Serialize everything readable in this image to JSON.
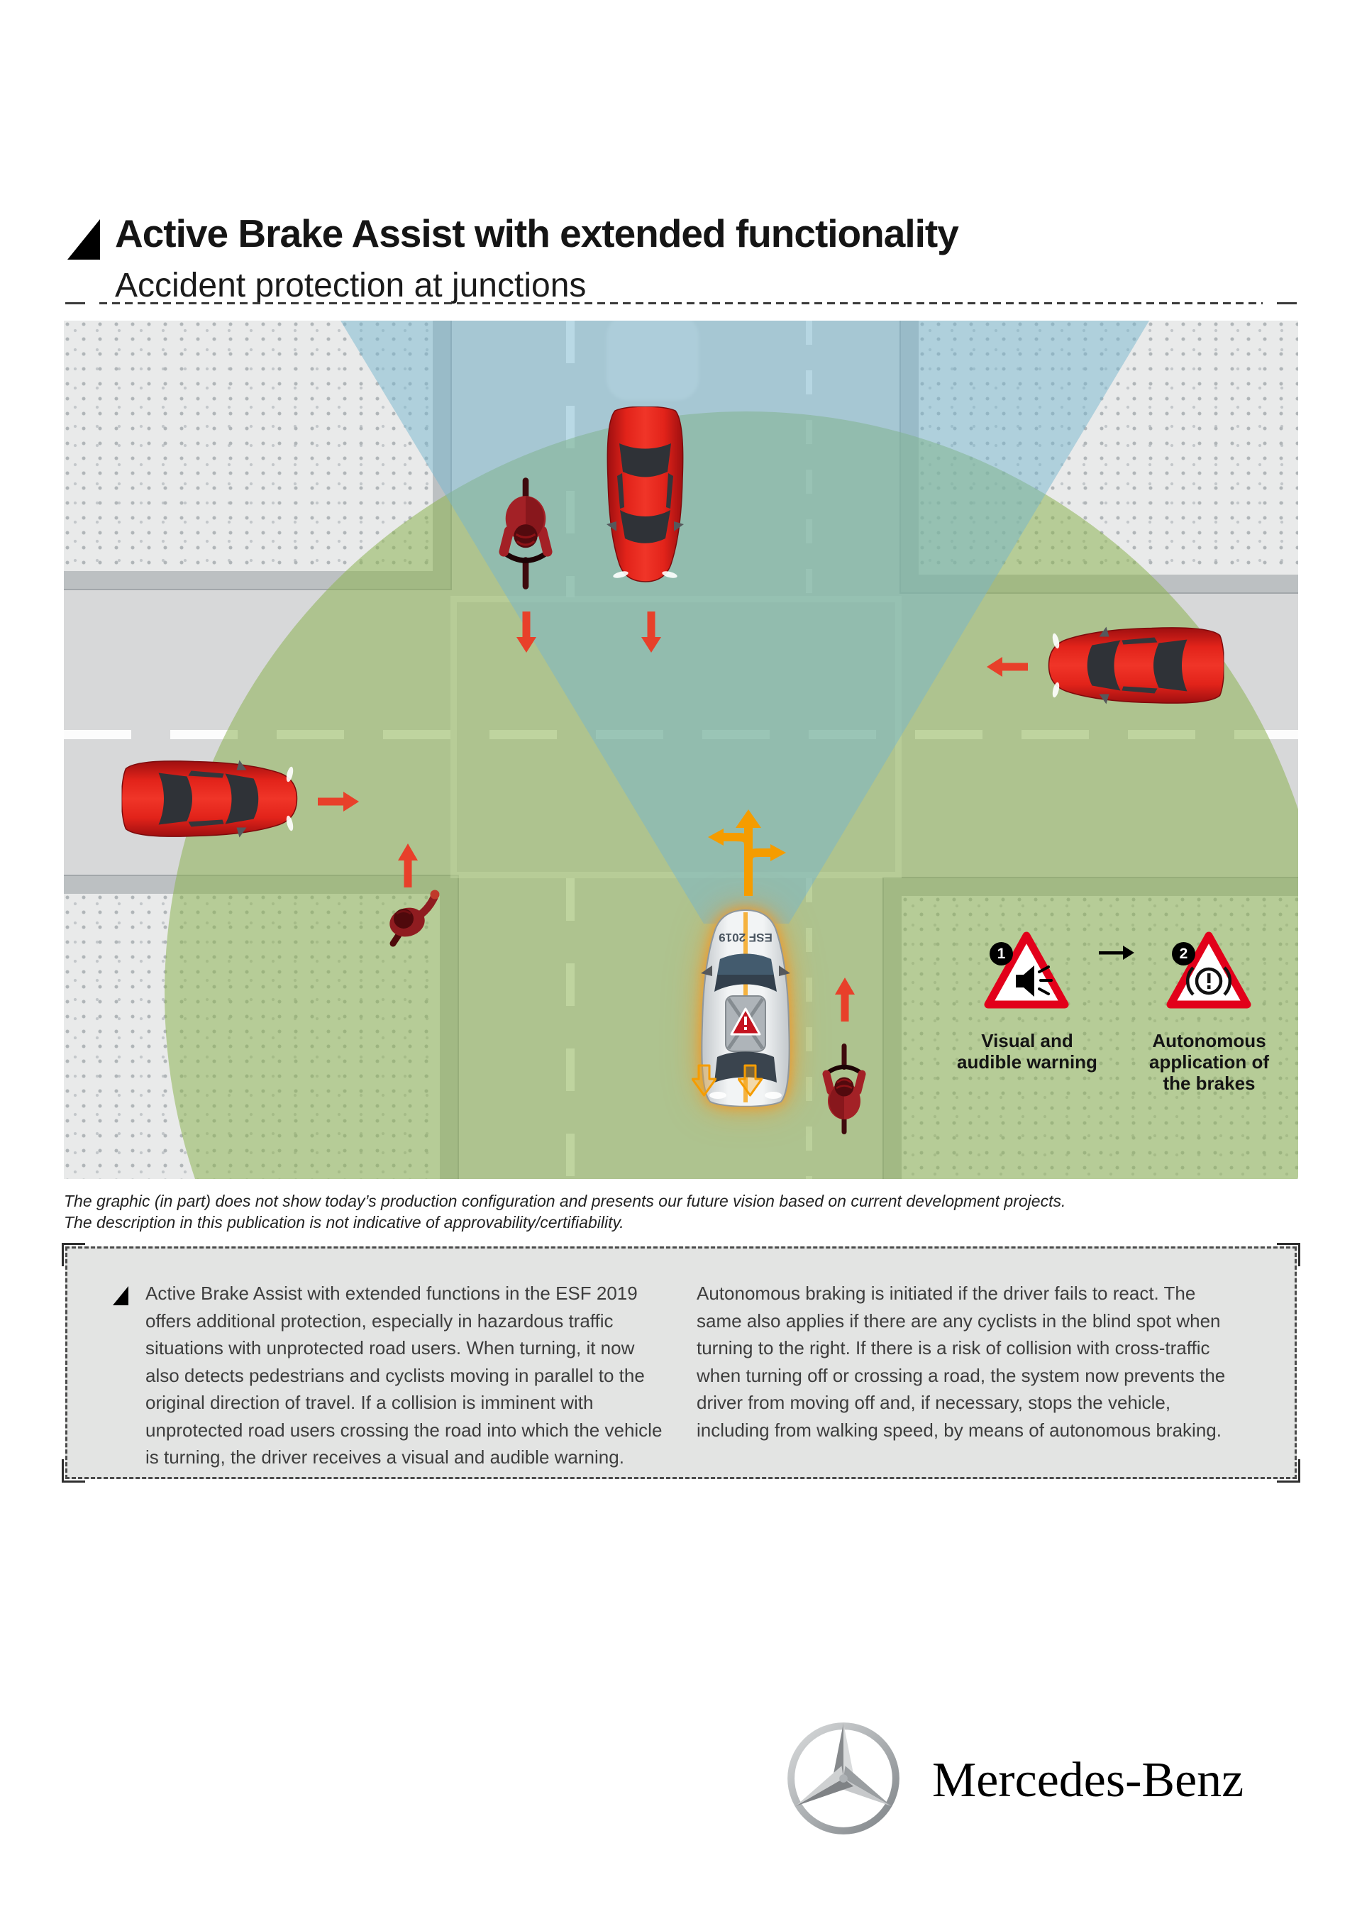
{
  "header": {
    "title": "Active Brake Assist with extended functionality",
    "subtitle": "Accident protection at junctions"
  },
  "diagram": {
    "ego_vehicle_label": "ESF 2019",
    "legend": {
      "step1": {
        "number": "1",
        "label": "Visual and audible warning",
        "icon": "speaker-warning-triangle"
      },
      "step2": {
        "number": "2",
        "label": "Autonomous application of the brakes",
        "icon": "brake-warning-triangle"
      }
    },
    "colors": {
      "accent_red": "#e8402a",
      "warning_sign_red": "#e2001a",
      "route_orange": "#f59c00",
      "sensor_cone_blue": "rgba(118,182,205,0.5)",
      "sensor_range_green": "rgba(140,178,82,0.55)"
    }
  },
  "disclaimer": {
    "line1": "The graphic (in part) does not show today’s production configuration and presents our future vision based on current development projects.",
    "line2": "The description in this publication is not indicative of approvability/certifiability."
  },
  "body": {
    "col1": "Active Brake Assist with extended functions in the ESF 2019 offers additional protection, especially in hazardous traffic situations with unprotected road users. When turning, it now also detects pedestrians and cyclists moving in parallel to the original direction of travel. If a collision is imminent with unprotected road users crossing the road into which the vehicle is turning, the driver receives a visual and audible warning.",
    "col2": "Autonomous braking is initiated if the driver fails to react. The same also applies if there are any cyclists in the blind spot when turning to the right. If there is a risk of collision with cross-traffic when turning off or crossing a road, the system now prevents the driver from moving off and, if necessary, stops the vehicle, including from walking speed, by means of autonomous braking."
  },
  "footer": {
    "brand": "Mercedes-Benz"
  }
}
